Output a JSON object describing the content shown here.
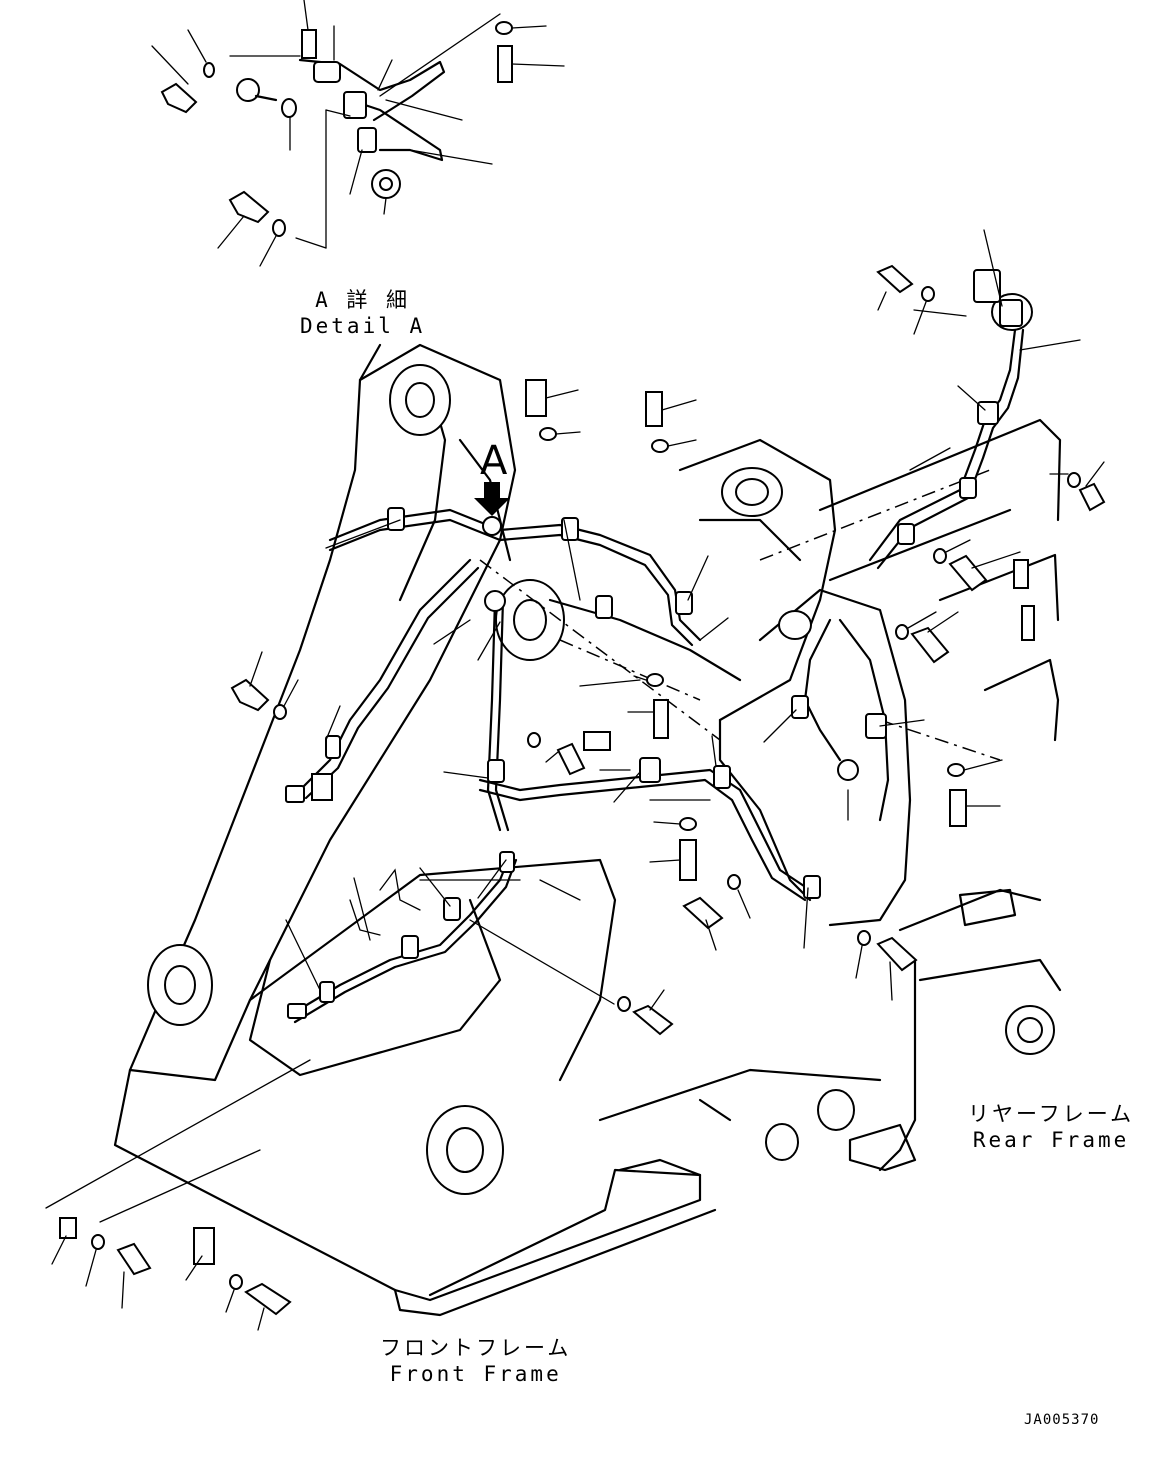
{
  "labels": {
    "detail_a": {
      "jp": "A 詳 細",
      "en": "Detail A"
    },
    "rear_frame": {
      "jp": "リヤーフレーム",
      "en": "Rear Frame"
    },
    "front_frame": {
      "jp": "フロントフレーム",
      "en": "Front Frame"
    },
    "callout_a": "A",
    "drawing_number": "JA005370"
  },
  "icons": [
    "down-arrow-icon"
  ]
}
